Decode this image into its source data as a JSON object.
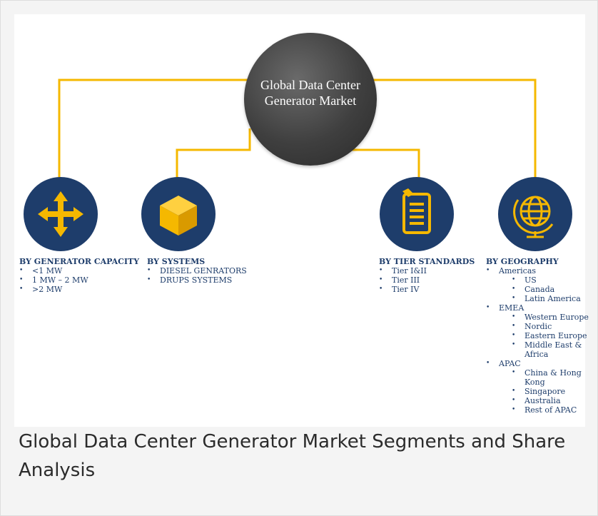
{
  "hub": {
    "title_line1": "Global Data Center",
    "title_line2": "Generator Market"
  },
  "segments": {
    "capacity": {
      "icon": "arrows-expand-icon",
      "title": "BY GENERATOR CAPACITY",
      "items": [
        "<1 MW",
        "1 MW – 2 MW",
        ">2 MW"
      ]
    },
    "systems": {
      "icon": "cube-icon",
      "title": "BY SYSTEMS",
      "items": [
        "DIESEL GENRATORS",
        "DRUPS SYSTEMS"
      ]
    },
    "tier": {
      "icon": "document-icon",
      "title": "BY TIER STANDARDS",
      "items": [
        "Tier I&II",
        "Tier III",
        "Tier IV"
      ]
    },
    "geography": {
      "icon": "globe-icon",
      "title": "BY GEOGRAPHY",
      "items": [
        {
          "label": "Americas",
          "level": 1
        },
        {
          "label": "US",
          "level": 2
        },
        {
          "label": "Canada",
          "level": 2
        },
        {
          "label": "Latin America",
          "level": 2
        },
        {
          "label": "EMEA",
          "level": 1
        },
        {
          "label": "Western Europe",
          "level": 2
        },
        {
          "label": "Nordic",
          "level": 2
        },
        {
          "label": "Eastern Europe",
          "level": 2
        },
        {
          "label": "Middle East &",
          "level": 2
        },
        {
          "label": "Africa",
          "level": 3
        },
        {
          "label": "APAC",
          "level": 1
        },
        {
          "label": "China & Hong",
          "level": 2
        },
        {
          "label": "Kong",
          "level": 3
        },
        {
          "label": "Singapore",
          "level": 2
        },
        {
          "label": "Australia",
          "level": 2
        },
        {
          "label": "Rest of APAC",
          "level": 2
        }
      ]
    }
  },
  "caption": "Global Data Center Generator Market Segments and Share Analysis",
  "colors": {
    "accent": "#f5b800",
    "node": "#1e3d6b",
    "hub": "#3f3f3f",
    "label": "#1e3d6b"
  }
}
